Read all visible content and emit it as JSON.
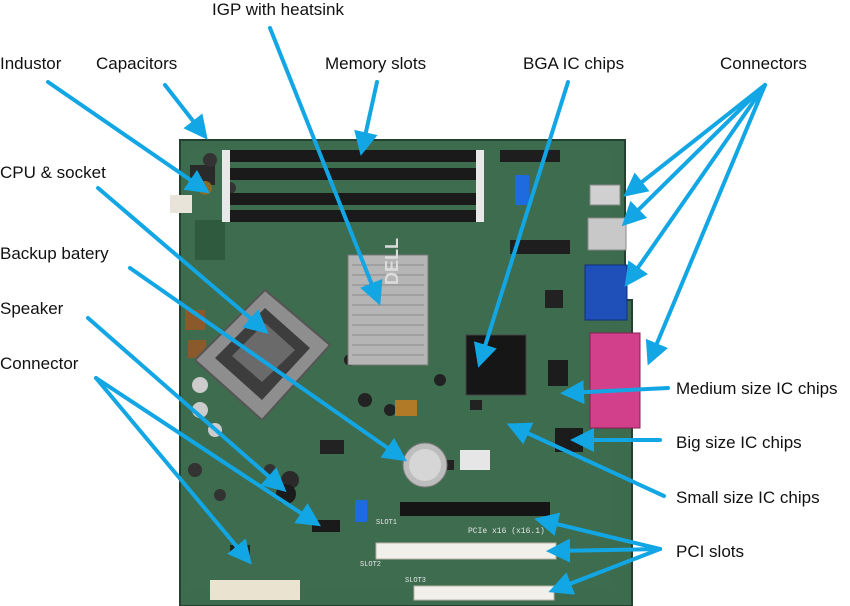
{
  "labels": {
    "igp": "IGP with heatsink",
    "industor": "Industor",
    "capacitors": "Capacitors",
    "memory_slots": "Memory slots",
    "bga": "BGA IC chips",
    "connectors": "Connectors",
    "cpu": "CPU & socket",
    "battery": "Backup batery",
    "speaker": "Speaker",
    "connector": "Connector",
    "medium_ic": "Medium size IC chips",
    "big_ic": "Big size IC chips",
    "small_ic": "Small size IC chips",
    "pci": "PCI slots"
  },
  "board_text": {
    "brand": "DELL",
    "slot1": "SLOT1",
    "slot2": "SLOT2",
    "slot3": "SLOT3",
    "pcie": "PCIe x16 (x16.1)"
  },
  "colors": {
    "arrow": "#12a6e4",
    "board": "#3d6b4e",
    "board_dark": "#2c5139",
    "pci_white": "#f2f0ea",
    "vga_blue": "#1f4fb8",
    "parallel_pink": "#d23f8a"
  }
}
